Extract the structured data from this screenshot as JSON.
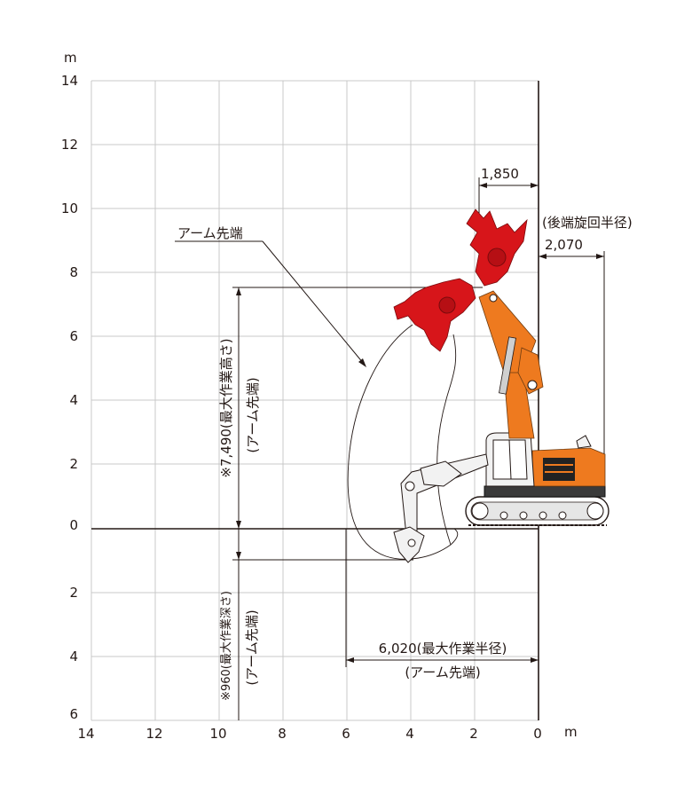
{
  "axes": {
    "y_unit": "m",
    "x_unit": "m",
    "y_ticks": [
      {
        "label": "14",
        "value": 14
      },
      {
        "label": "12",
        "value": 12
      },
      {
        "label": "10",
        "value": 10
      },
      {
        "label": "8",
        "value": 8
      },
      {
        "label": "6",
        "value": 6
      },
      {
        "label": "4",
        "value": 4
      },
      {
        "label": "2",
        "value": 2
      },
      {
        "label": "0",
        "value": 0
      },
      {
        "label": "2",
        "value": -2
      },
      {
        "label": "4",
        "value": -4
      },
      {
        "label": "6",
        "value": -6
      }
    ],
    "x_ticks": [
      {
        "label": "14",
        "value": 14
      },
      {
        "label": "12",
        "value": 12
      },
      {
        "label": "10",
        "value": 10
      },
      {
        "label": "8",
        "value": 8
      },
      {
        "label": "6",
        "value": 6
      },
      {
        "label": "4",
        "value": 4
      },
      {
        "label": "2",
        "value": 2
      },
      {
        "label": "0",
        "value": 0
      }
    ]
  },
  "annotations": {
    "arm_tip_label": "アーム先端",
    "top_dim": "1,850",
    "rear_radius_label": "(後端旋回半径)",
    "rear_radius_value": "2,070",
    "max_height": "※7,490(最大作業高さ)",
    "max_height_sub": "(アーム先端)",
    "max_depth": "※960(最大作業深さ)",
    "max_depth_sub": "(アーム先端)",
    "max_radius": "6,020(最大作業半径)",
    "max_radius_sub": "(アーム先端)"
  },
  "colors": {
    "attachment": "#d7151a",
    "machine_body": "#ee7a1f",
    "grid": "#c9c9c9",
    "ink": "#231815"
  }
}
